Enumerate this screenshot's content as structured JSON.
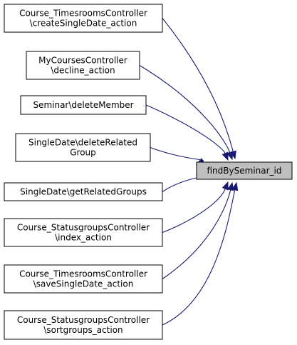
{
  "target": {
    "id": "target",
    "label": "findBySeminar_id",
    "fill": "#bfbfbf"
  },
  "callers": [
    {
      "id": "c1",
      "lines": [
        "Course_TimesroomsController",
        "\\createSingleDate_action"
      ]
    },
    {
      "id": "c2",
      "lines": [
        "MyCoursesController",
        "\\decline_action"
      ]
    },
    {
      "id": "c3",
      "lines": [
        "Seminar\\deleteMember"
      ]
    },
    {
      "id": "c4",
      "lines": [
        "SingleDate\\deleteRelated",
        "Group"
      ]
    },
    {
      "id": "c5",
      "lines": [
        "SingleDate\\getRelatedGroups"
      ]
    },
    {
      "id": "c6",
      "lines": [
        "Course_StatusgroupsController",
        "\\index_action"
      ]
    },
    {
      "id": "c7",
      "lines": [
        "Course_TimesroomsController",
        "\\saveSingleDate_action"
      ]
    },
    {
      "id": "c8",
      "lines": [
        "Course_StatusgroupsController",
        "\\sortgroups_action"
      ]
    }
  ],
  "edges": [
    {
      "from": "c1",
      "to": "target"
    },
    {
      "from": "c2",
      "to": "target"
    },
    {
      "from": "c3",
      "to": "target"
    },
    {
      "from": "c4",
      "to": "target"
    },
    {
      "from": "c5",
      "to": "target"
    },
    {
      "from": "c6",
      "to": "target"
    },
    {
      "from": "c7",
      "to": "target"
    },
    {
      "from": "c8",
      "to": "target"
    }
  ],
  "colors": {
    "edge": "#191970",
    "node_border": "#000000",
    "node_fill": "#ffffff"
  }
}
